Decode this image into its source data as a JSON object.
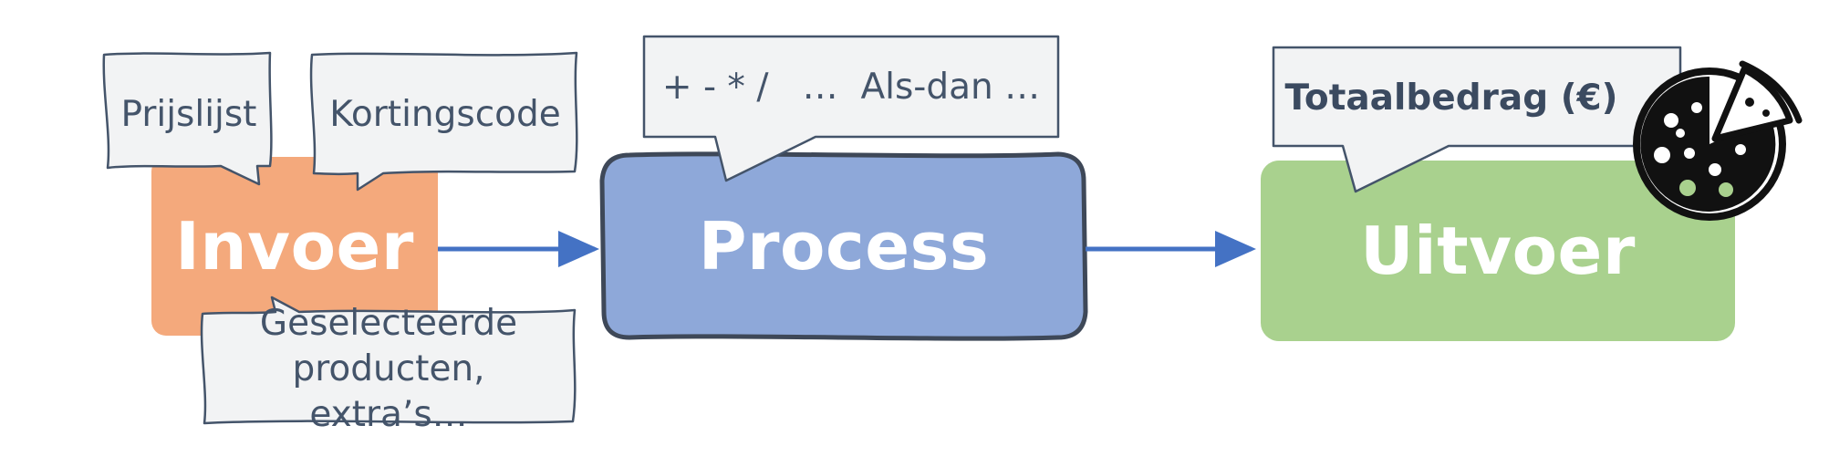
{
  "diagram": {
    "boxes": {
      "input": {
        "label": "Invoer",
        "color": "#f4a97c"
      },
      "process": {
        "label": "Process",
        "color": "#8ea8d9",
        "border": "#3e4858"
      },
      "output": {
        "label": "Uitvoer",
        "color": "#a9d18e"
      }
    },
    "callouts": {
      "price_list": "Prijslijst",
      "discount_code": "Kortingscode",
      "selected_products": "Geselecteerde producten, extra’s…",
      "operations": "+ - * /   …  Als-dan …",
      "total_amount": "Totaalbedrag (€)"
    },
    "colors": {
      "arrow": "#4472c4",
      "callout_fill": "#f2f3f4",
      "callout_stroke": "#44546a",
      "text": "#44546a"
    },
    "icons": {
      "output": "pizza-icon"
    }
  }
}
